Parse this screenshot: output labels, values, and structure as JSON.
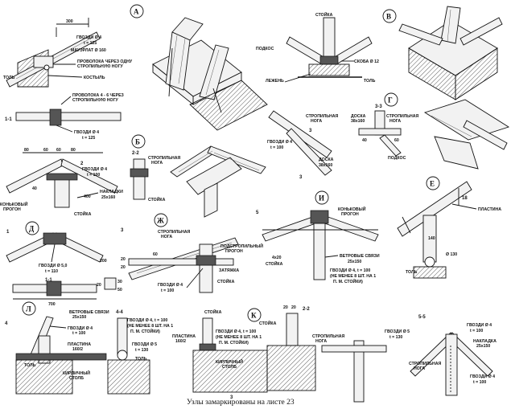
{
  "caption": "Узлы замаркированы на листе 23",
  "nodes": {
    "A": "А",
    "B": "Б",
    "V": "В",
    "G": "Г",
    "D": "Д",
    "E": "Е",
    "ZH": "Ж",
    "I": "И",
    "K": "К",
    "L": "Л"
  },
  "labels": {
    "gvozdi4_t125": "ГВОЗДИ Ø 4",
    "t125": "t = 125",
    "mauerlat": "МАУЭРЛАТ Ø 160",
    "tol": "ТОЛЬ",
    "provoloka": "ПРОВОЛОКА ЧЕРЕЗ ОДНУ",
    "provoloka2": "СТРОПИЛЬНУЮ НОГУ",
    "kostyl": "КОСТЫЛЬ",
    "provoloka46": "ПРОВОЛОКА 4 - 6 ЧЕРЕЗ",
    "provoloka46b": "СТРОПИЛЬНУЮ НОГУ",
    "stoyka": "СТОЙКА",
    "podkos": "ПОДКОС",
    "skoba": "СКОБА Ø 12",
    "lezhen": "ЛЕЖЕНЬ",
    "stropilnaya": "СТРОПИЛЬНАЯ",
    "noga": "НОГА",
    "doska": "ДОСКА",
    "doska2": "38x160",
    "gvozdi4": "ГВОЗДИ Ø 4",
    "t100": "t = 100",
    "konkovy": "КОНЬКОВЫЙ",
    "progon": "ПРОГОН",
    "nakladki": "НАКЛАДКИ",
    "nakladki2": "25x160",
    "plastina": "ПЛАСТИНА",
    "gvozdi5": "ГВОЗДИ Ø 5,0",
    "t110": "t = 110",
    "podstropilny": "ПОДСТРОПИЛЬНЫЙ",
    "zatyazhka": "ЗАТЯЖКА",
    "vetrovye": "ВЕТРОВЫЕ СВЯЗИ",
    "vetrovye2": "25x150",
    "gvozdi4_note1": "ГВОЗДИ Ø 4, t = 100",
    "gvozdi4_note2": "(НЕ МЕНЕЕ 8 ШТ. НА 1",
    "gvozdi4_note3": "П. М. СТОЙКИ)",
    "kirpichny": "КИРПИЧНЫЙ",
    "stolb": "СТОЛБ",
    "plastina2": "ПЛАСТИНА",
    "plastina2b": "160/2",
    "gvozdi5b": "ГВОЗДИ Ø 5",
    "t130": "t = 130",
    "nakladka": "НАКЛАДКА",
    "nakladka2": "25x150",
    "d130": "Ø 130",
    "konkovy2": "КОНЬКОВЫЙ",
    "doska3": "ДОСКА"
  },
  "sections": {
    "s11": "1-1",
    "s11b": "1-1",
    "s22": "2-2",
    "s33": "3-3",
    "s44": "4-4",
    "s55": "5-5",
    "s22b": "2-2"
  },
  "dims": {
    "d300": "300",
    "d80a": "80",
    "d60a": "60",
    "d60b": "60",
    "d80b": "80",
    "d40": "40",
    "d400": "400",
    "d40b": "40",
    "d60c": "60",
    "d200": "200",
    "d700": "700",
    "d20a": "20",
    "d30": "30",
    "d50": "50",
    "d20b": "20",
    "d20c": "20",
    "d60d": "60",
    "d140": "140",
    "d4x20": "4x20",
    "d18": "18",
    "d3": "3",
    "d2a": "2",
    "d1": "1",
    "d5": "5",
    "d4": "4",
    "d3b": "3"
  }
}
